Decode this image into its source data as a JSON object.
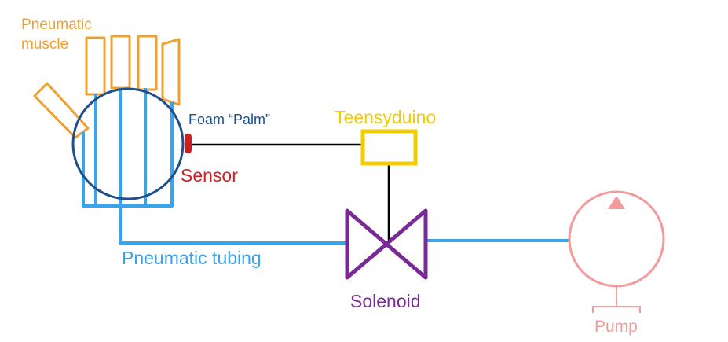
{
  "labels": {
    "muscle_line1": "Pneumatic",
    "muscle_line2": "muscle",
    "palm": "Foam “Palm”",
    "sensor": "Sensor",
    "teensy": "Teensyduino",
    "tubing": "Pneumatic tubing",
    "solenoid": "Solenoid",
    "pump": "Pump"
  },
  "colors": {
    "muscle": "#f0a030",
    "palm": "#1f4e8c",
    "sensor": "#cc1f1f",
    "teensy": "#f2cc00",
    "tubing": "#3aa3ee",
    "wire": "#000000",
    "solenoid": "#7a2a96",
    "pump": "#f39a9a"
  }
}
